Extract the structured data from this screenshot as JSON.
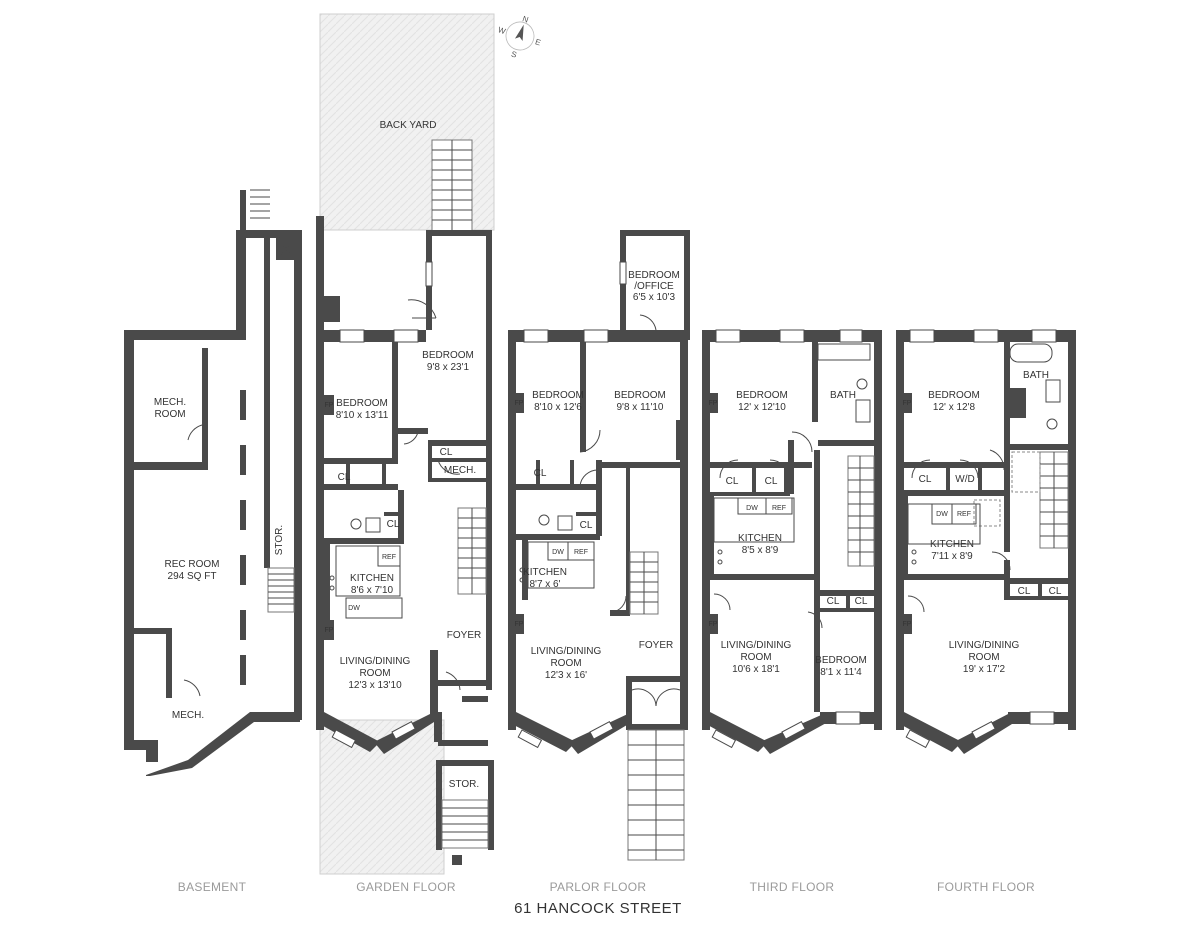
{
  "title": "61 HANCOCK STREET",
  "compass": {
    "n": "N",
    "e": "E",
    "s": "S",
    "w": "W"
  },
  "floors": {
    "basement": {
      "name": "BASEMENT",
      "mech_room": "MECH.\nROOM",
      "rec_room": "REC ROOM",
      "rec_room_size": "294 SQ FT",
      "stor": "STOR.",
      "mech": "MECH."
    },
    "garden": {
      "name": "GARDEN FLOOR",
      "back_yard": "BACK YARD",
      "bedroom_rear": "BEDROOM",
      "bedroom_rear_size": "9'8 x 23'1",
      "bedroom": "BEDROOM",
      "bedroom_size": "8'10 x 13'11",
      "cl1": "CL",
      "cl2": "CL",
      "cl3": "CL",
      "mech": "MECH.",
      "kitchen": "KITCHEN",
      "kitchen_size": "8'6 x 7'10",
      "ref": "REF",
      "dw": "DW",
      "fp1": "FP",
      "fp2": "FP",
      "living": "LIVING/DINING",
      "living2": "ROOM",
      "living_size": "12'3 x 13'10",
      "foyer": "FOYER",
      "stor": "STOR."
    },
    "parlor": {
      "name": "PARLOR FLOOR",
      "bedroom_office": "BEDROOM",
      "bedroom_office2": "/OFFICE",
      "bedroom_office_size": "6'5 x 10'3",
      "bedroom_a": "BEDROOM",
      "bedroom_a_size": "8'10 x 12'6",
      "bedroom_b": "BEDROOM",
      "bedroom_b_size": "9'8 x 11'10",
      "fp1": "FP",
      "fp2": "FP",
      "cl1": "CL",
      "cl2": "CL",
      "kitchen": "KITCHEN",
      "kitchen_size": "8'7 x 6'",
      "dw": "DW",
      "ref": "REF",
      "living": "LIVING/DINING",
      "living2": "ROOM",
      "living_size": "12'3 x 16'",
      "foyer": "FOYER"
    },
    "third": {
      "name": "THIRD FLOOR",
      "bedroom": "BEDROOM",
      "bedroom_size": "12' x 12'10",
      "bath": "BATH",
      "fp1": "FP",
      "fp2": "FP",
      "cl1": "CL",
      "cl2": "CL",
      "cl3": "CL",
      "cl4": "CL",
      "dw": "DW",
      "ref": "REF",
      "kitchen": "KITCHEN",
      "kitchen_size": "8'5 x 8'9",
      "living": "LIVING/DINING",
      "living2": "ROOM",
      "living_size": "10'6 x 18'1",
      "bedroom2": "BEDROOM",
      "bedroom2_size": "8'1 x 11'4"
    },
    "fourth": {
      "name": "FOURTH FLOOR",
      "bedroom": "BEDROOM",
      "bedroom_size": "12' x 12'8",
      "bath": "BATH",
      "fp1": "FP",
      "fp2": "FP",
      "cl1": "CL",
      "wd": "W/D",
      "dw": "DW",
      "ref": "REF",
      "kitchen": "KITCHEN",
      "kitchen_size": "7'11 x 8'9",
      "cl2": "CL",
      "cl3": "CL",
      "living": "LIVING/DINING",
      "living2": "ROOM",
      "living_size": "19' x 17'2"
    }
  }
}
